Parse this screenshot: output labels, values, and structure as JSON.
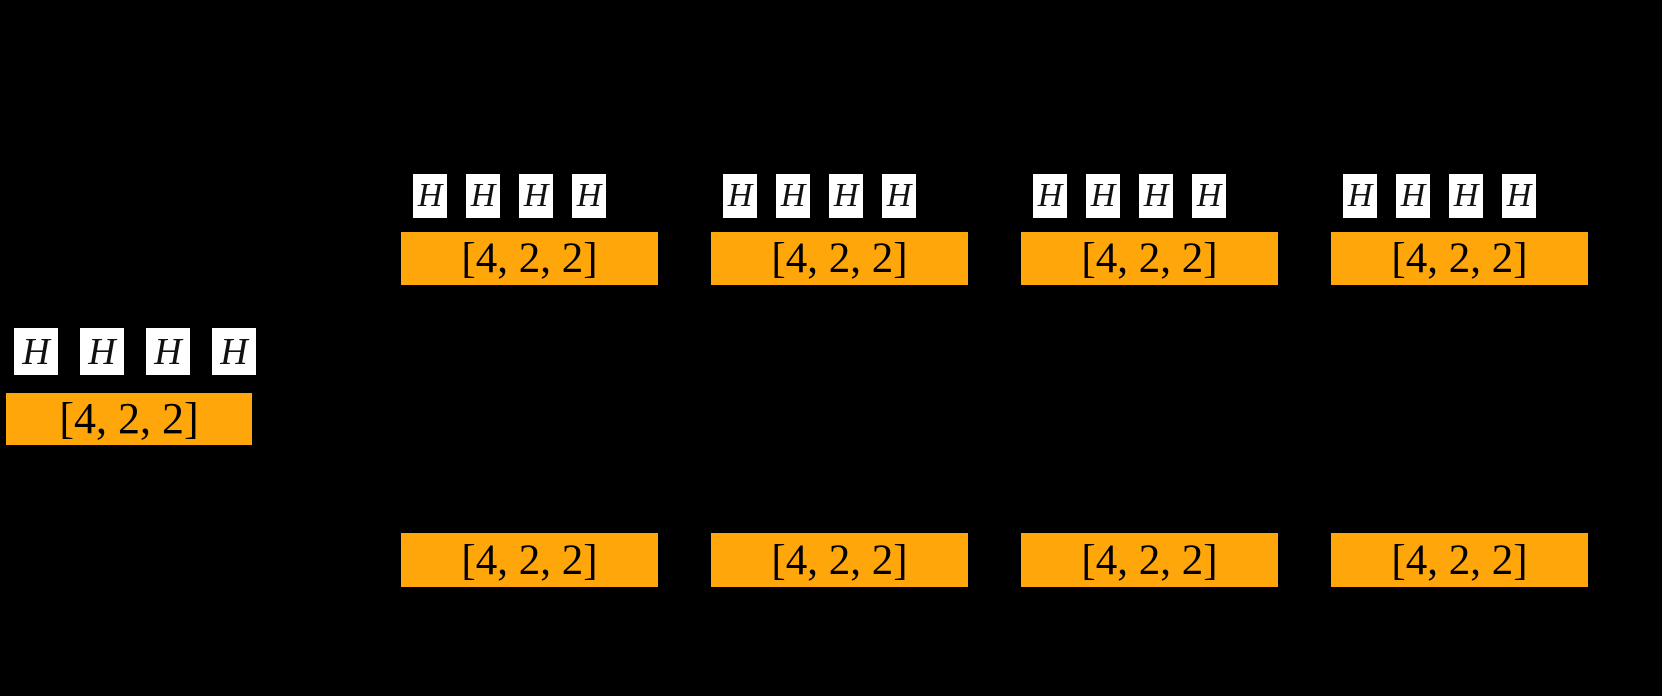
{
  "diagram": {
    "background_color": "#000000",
    "tensor_color": "#ffa60a",
    "head_box_color": "#ffffff",
    "head_label": "H",
    "tensor_label": "[4, 2, 2]",
    "top_row": {
      "groups": [
        {
          "id": "group-1",
          "heads": [
            "H",
            "H",
            "H",
            "H"
          ],
          "tensor": "[4, 2, 2]"
        },
        {
          "id": "group-2",
          "heads": [
            "H",
            "H",
            "H",
            "H"
          ],
          "tensor": "[4, 2, 2]"
        },
        {
          "id": "group-3",
          "heads": [
            "H",
            "H",
            "H",
            "H"
          ],
          "tensor": "[4, 2, 2]"
        },
        {
          "id": "group-4",
          "heads": [
            "H",
            "H",
            "H",
            "H"
          ],
          "tensor": "[4, 2, 2]"
        }
      ]
    },
    "left_group": {
      "id": "group-left",
      "heads": [
        "H",
        "H",
        "H",
        "H"
      ],
      "tensor": "[4, 2, 2]"
    },
    "bottom_row": {
      "groups": [
        {
          "id": "group-b1",
          "tensor": "[4, 2, 2]"
        },
        {
          "id": "group-b2",
          "tensor": "[4, 2, 2]"
        },
        {
          "id": "group-b3",
          "tensor": "[4, 2, 2]"
        },
        {
          "id": "group-b4",
          "tensor": "[4, 2, 2]"
        }
      ]
    }
  }
}
